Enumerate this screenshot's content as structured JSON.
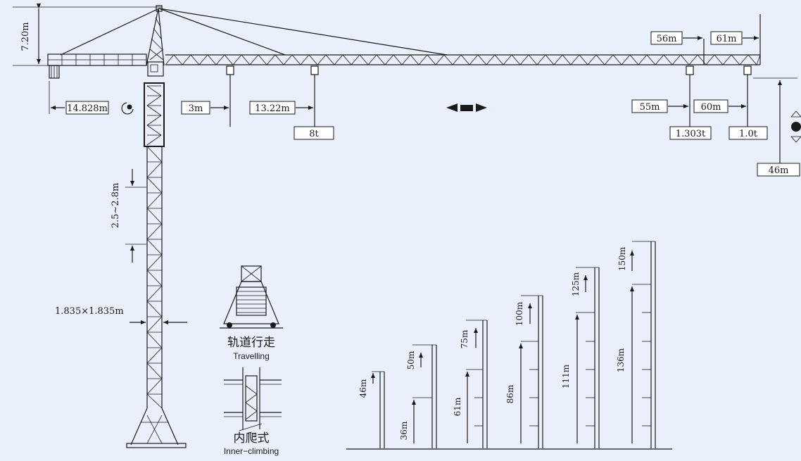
{
  "dimensions": {
    "jib_top_height": "7.20m",
    "counter_jib_length": "14.828m",
    "min_radius": "3m",
    "max_load_radius": "13.22m",
    "max_load": "8t",
    "jib_56_label": "56m",
    "jib_61_label": "61m",
    "radius_55": "55m",
    "load_55": "1.303t",
    "radius_60": "60m",
    "load_60": "1.0t",
    "hook_height": "46m",
    "section_spacing": "2.5~2.8m",
    "mast_section": "1.835×1.835m"
  },
  "modes": {
    "travelling_cn": "轨道行走",
    "travelling_en": "Travelling",
    "climbing_cn": "内爬式",
    "climbing_en": "Inner−climbing"
  },
  "heights": [
    {
      "top": "46m"
    },
    {
      "base": "36m",
      "top": "50m"
    },
    {
      "base": "61m",
      "top": "75m"
    },
    {
      "base": "86m",
      "top": "100m"
    },
    {
      "base": "111m",
      "top": "125m"
    },
    {
      "base": "136m",
      "top": "150m"
    }
  ]
}
